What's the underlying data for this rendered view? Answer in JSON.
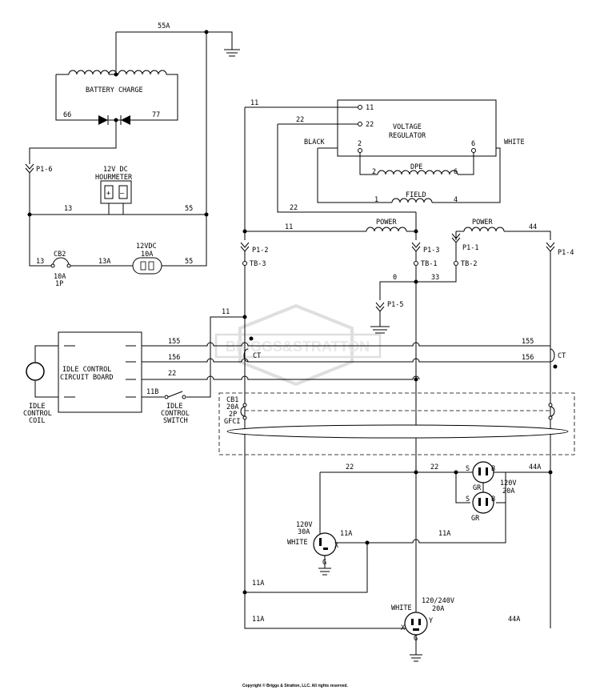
{
  "wire_labels": {
    "w55a": "55A",
    "w66": "66",
    "w77": "77",
    "w13_top": "13",
    "w55_top": "55",
    "w13_low": "13",
    "w13a": "13A",
    "w55_low": "55",
    "w11_top": "11",
    "w22_top": "22",
    "w22_mid": "22",
    "w11_power": "11",
    "w44": "44",
    "w0": "0",
    "w33": "33",
    "w11_idle": "11",
    "w155_l": "155",
    "w156_l": "156",
    "w22_l": "22",
    "w11b": "11B",
    "w155_r": "155",
    "w156_r": "156",
    "w22_low": "22",
    "w22_low2": "22",
    "w44a_top": "44A",
    "w11a_r": "11A",
    "w11a_m": "11A",
    "w11a_l": "11A",
    "w11a_bot": "11A",
    "w44a_bot": "44A"
  },
  "connectors": {
    "p16": "P1-6",
    "p12": "P1-2",
    "p13": "P1-3",
    "p11": "P1-1",
    "p14": "P1-4",
    "p15": "P1-5",
    "tb3": "TB-3",
    "tb1": "TB-1",
    "tb2": "TB-2"
  },
  "components": {
    "battery_charge": "BATTERY CHARGE",
    "hourmeter_l1": "12V DC",
    "hourmeter_l2": "HOURMETER",
    "plus": "+",
    "minus": "—",
    "cb2": "CB2",
    "cb2_rating": "10A",
    "cb2_poles": "1P",
    "fuse_l1": "12VDC",
    "fuse_l2": "10A",
    "vr_l1": "VOLTAGE",
    "vr_l2": "REGULATOR",
    "vr_11": "11",
    "vr_22": "22",
    "vr_2": "2",
    "vr_6": "6",
    "black": "BLACK",
    "white": "WHITE",
    "dpe": "DPE",
    "dpe_2": "2",
    "dpe_6": "6",
    "field": "FIELD",
    "field_1": "1",
    "field_4": "4",
    "power_l": "POWER",
    "power_r": "POWER",
    "icb_l1": "IDLE CONTROL",
    "icb_l2": "CIRCUIT BOARD",
    "coil_l1": "IDLE",
    "coil_l2": "CONTROL",
    "coil_l3": "COIL",
    "sw_l1": "IDLE",
    "sw_l2": "CONTROL",
    "sw_l3": "SWITCH",
    "ct_l": "CT",
    "ct_r": "CT",
    "cb1": "CB1",
    "cb1_rating": "20A",
    "cb1_poles": "2P",
    "cb1_type": "GFCI",
    "r30_l1": "120V",
    "r30_l2": "30A",
    "r30_white": "WHITE",
    "r30_x": "X",
    "r30_g": "G",
    "r20_l1": "120V",
    "r20_l2": "20A",
    "r20a_s": "S",
    "r20a_b": "B",
    "r20a_gr": "GR",
    "r20b_s": "S",
    "r20b_b": "B",
    "r20b_gr": "GR",
    "r240_l1": "120/240V",
    "r240_l2": "20A",
    "r240_white": "WHITE",
    "r240_y": "Y",
    "r240_x": "X",
    "r240_g": "G"
  },
  "watermark": "BRIGGS&STRATTON",
  "copyright": "Copyright © Briggs & Stratton, LLC. All rights reserved."
}
